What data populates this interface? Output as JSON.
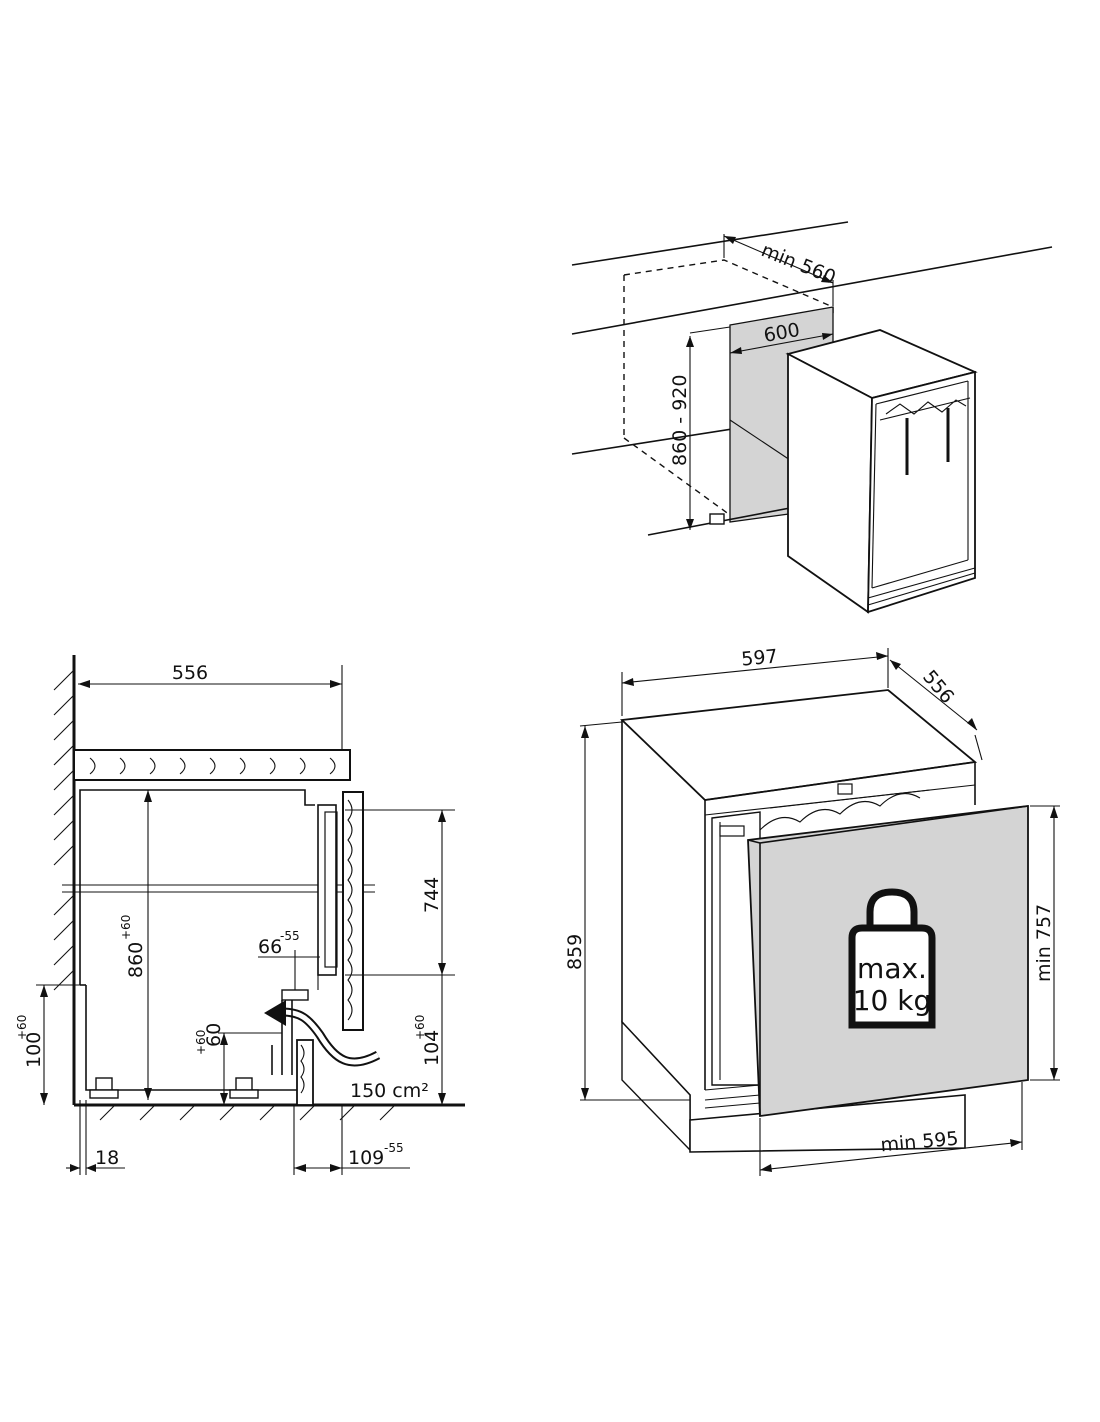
{
  "top_right_view": {
    "niche_depth_label": "min 560",
    "niche_width_label": "600",
    "niche_height_label": "860 - 920"
  },
  "side_section_view": {
    "depth_label": "556",
    "appliance_height_label": "860",
    "appliance_height_tol": "+60",
    "door_height_label": "744",
    "recess_label": "66",
    "recess_tol": "-55",
    "plinth_height_label": "100",
    "plinth_height_tol": "+60",
    "vent_height_label": "60",
    "vent_height_tol": "+60",
    "lower_door_gap_label": "104",
    "lower_door_gap_tol": "+60",
    "vent_area_label": "150 cm²",
    "wall_gap_label": "18",
    "plinth_depth_label": "109",
    "plinth_depth_tol": "-55"
  },
  "front_perspective_view": {
    "width_label": "597",
    "depth_label": "556",
    "height_label": "859",
    "door_height_label": "min 757",
    "door_width_label": "min 595",
    "weight_line1": "max.",
    "weight_line2": "10 kg"
  }
}
